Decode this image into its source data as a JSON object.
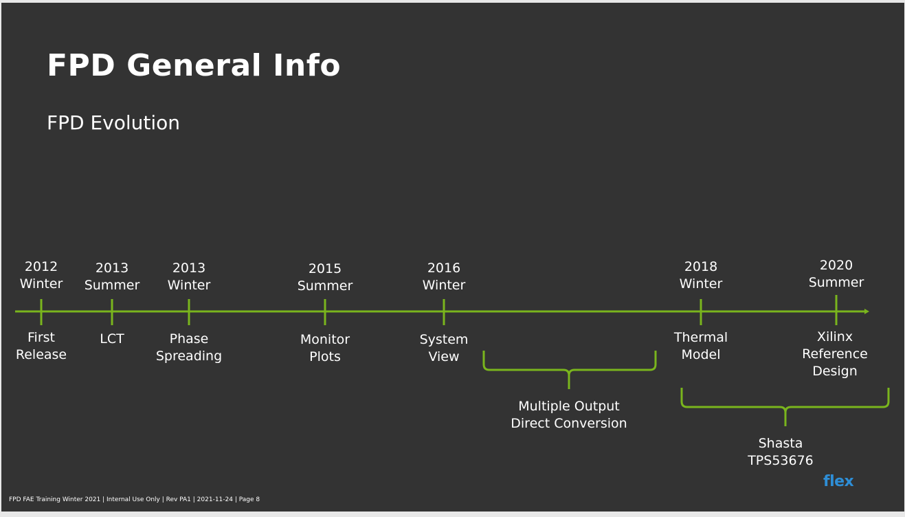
{
  "slide": {
    "title": "FPD General Info",
    "subtitle": "FPD Evolution",
    "footer": "FPD FAE Training Winter 2021 | Internal Use Only | Rev PA1 | 2021-11-24 | Page 8",
    "logo": "flex",
    "accent_color": "#7ab51d",
    "logo_color": "#2e8ed6"
  },
  "timeline": {
    "events": [
      {
        "year": "2012",
        "season": "Winter",
        "label1": "First",
        "label2": "Release"
      },
      {
        "year": "2013",
        "season": "Summer",
        "label1": "LCT",
        "label2": ""
      },
      {
        "year": "2013",
        "season": "Winter",
        "label1": "Phase",
        "label2": "Spreading"
      },
      {
        "year": "2015",
        "season": "Summer",
        "label1": "Monitor",
        "label2": "Plots"
      },
      {
        "year": "2016",
        "season": "Winter",
        "label1": "System",
        "label2": "View"
      },
      {
        "year": "2018",
        "season": "Winter",
        "label1": "Thermal",
        "label2": "Model"
      },
      {
        "year": "2020",
        "season": "Summer",
        "label1": "Xilinx",
        "label2": "Reference",
        "label3": "Design"
      }
    ],
    "brackets": [
      {
        "line1": "Multiple Output",
        "line2": "Direct Conversion"
      },
      {
        "line1": "Shasta",
        "line2": "TPS53676"
      }
    ]
  }
}
